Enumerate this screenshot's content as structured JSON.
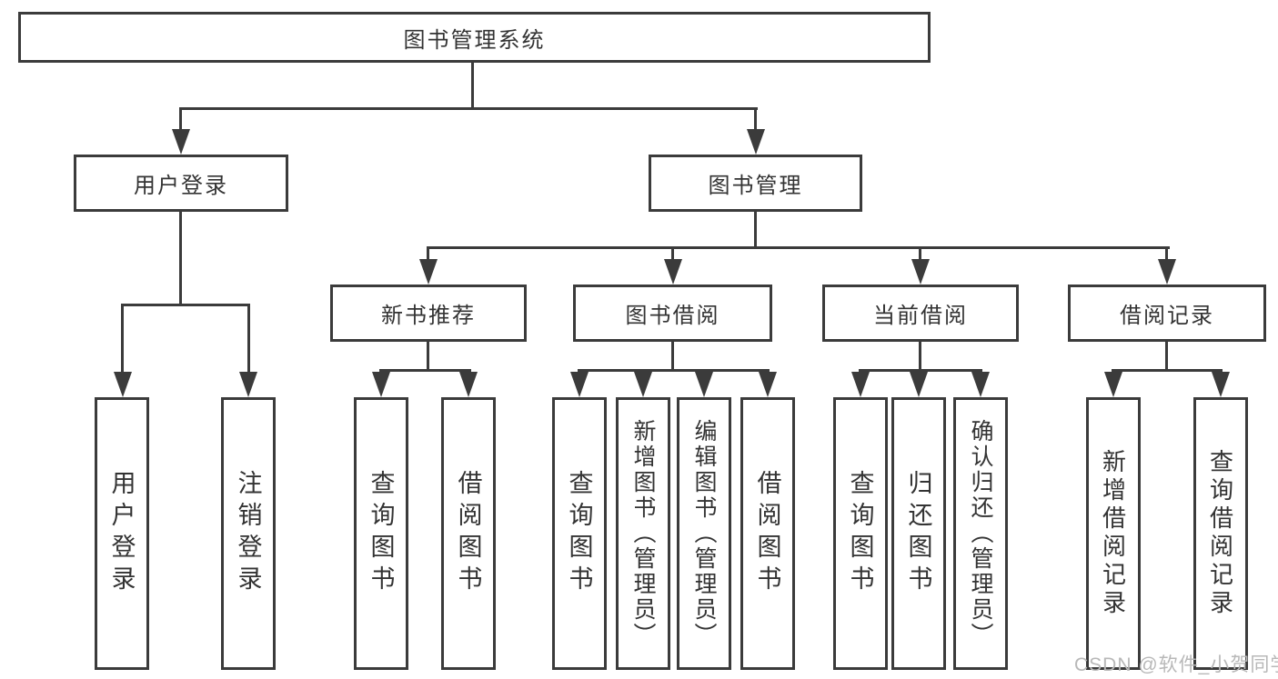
{
  "diagram": {
    "root": {
      "label": "图书管理系统"
    },
    "branches": [
      {
        "label": "用户登录",
        "children": [
          {
            "label": "用户登录"
          },
          {
            "label": "注销登录"
          }
        ]
      },
      {
        "label": "图书管理",
        "children": [
          {
            "label": "新书推荐",
            "children": [
              {
                "label": "查询图书"
              },
              {
                "label": "借阅图书"
              }
            ]
          },
          {
            "label": "图书借阅",
            "children": [
              {
                "label": "查询图书"
              },
              {
                "label": "新增图书（管理员）"
              },
              {
                "label": "编辑图书（管理员）"
              },
              {
                "label": "借阅图书"
              }
            ]
          },
          {
            "label": "当前借阅",
            "children": [
              {
                "label": "查询图书"
              },
              {
                "label": "归还图书"
              },
              {
                "label": "确认归还（管理员）"
              }
            ]
          },
          {
            "label": "借阅记录",
            "children": [
              {
                "label": "新增借阅记录"
              },
              {
                "label": "查询借阅记录"
              }
            ]
          }
        ]
      }
    ]
  },
  "watermark": {
    "text": "CSDN @软件_小贺同学"
  },
  "colors": {
    "line": "#3b3b3b",
    "text": "#333333",
    "background": "#ffffff",
    "watermark": "#b8b8b8"
  }
}
